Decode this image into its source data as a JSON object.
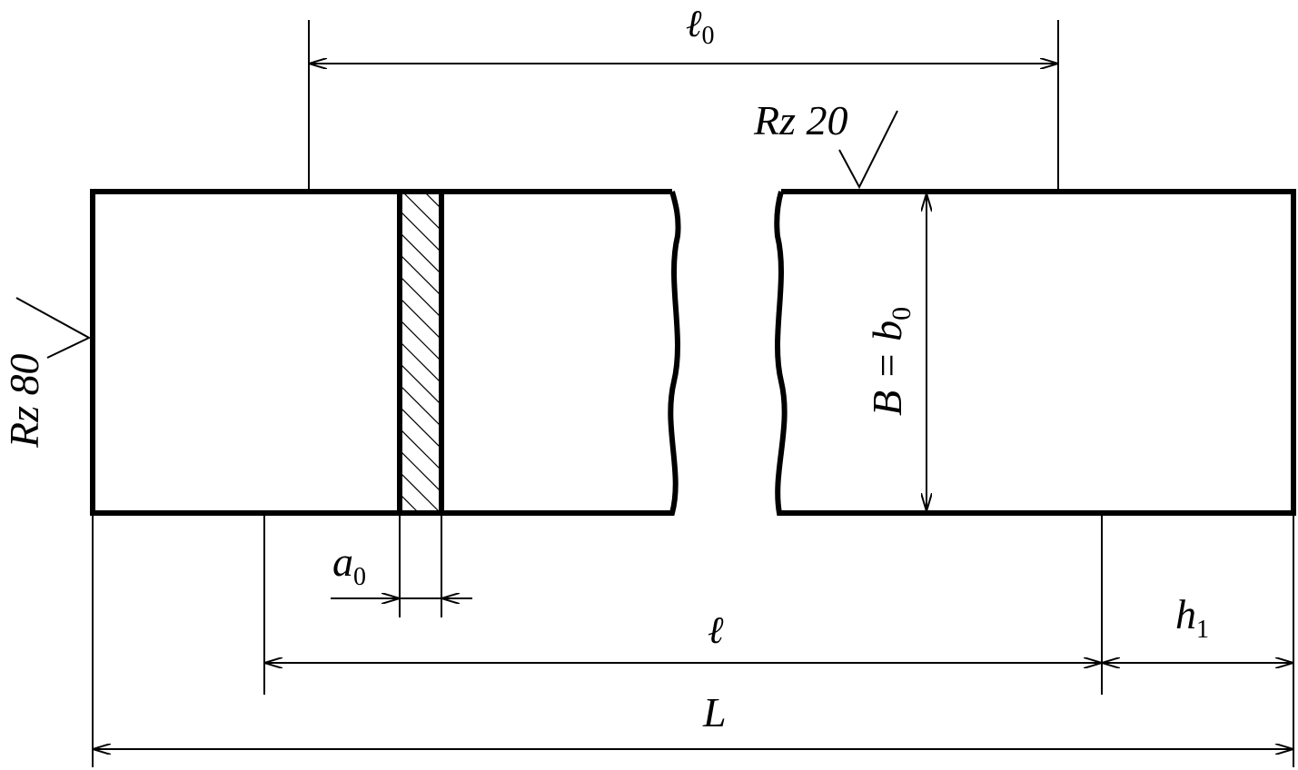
{
  "labels": {
    "l0_main": "ℓ",
    "l0_sub": "0",
    "rz20": "Rz 20",
    "rz80": "Rz 80",
    "B_eq": "B = b",
    "B_eq_sub": "0",
    "a0_main": "a",
    "a0_sub": "0",
    "l": "ℓ",
    "h1_main": "h",
    "h1_sub": "1",
    "L": "L"
  },
  "colors": {
    "line": "#000000",
    "background": "#ffffff"
  }
}
